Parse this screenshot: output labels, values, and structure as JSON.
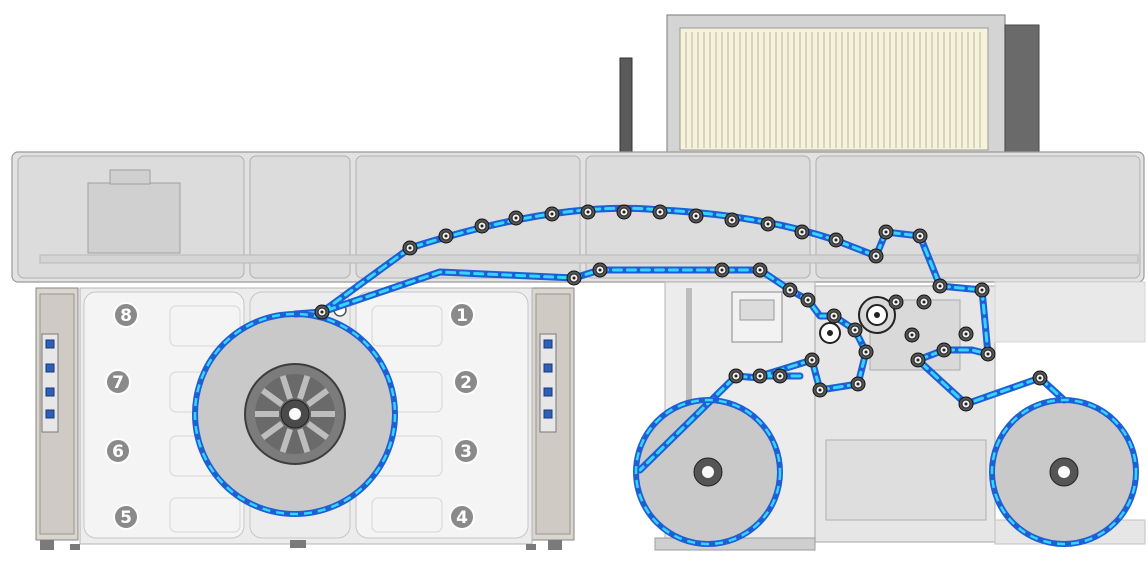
{
  "diagram": {
    "station_numbers_left_column": [
      "8",
      "7",
      "6",
      "5"
    ],
    "station_numbers_right_column": [
      "1",
      "2",
      "3",
      "4"
    ],
    "colors": {
      "web_outer": "#1f5fd6",
      "web_inner": "#33d6ff",
      "frame_fill": "#e2e2e2",
      "frame_stroke": "#9a9a9a",
      "dryer_fill": "#f6f3dc",
      "station_panel": "#f4f4f4",
      "roller_fill": "#555555",
      "drum_fill": "#c9c9c9",
      "badge_fill": "#8a8a8a"
    },
    "icons": [
      "roller-icon",
      "unwind-reel-icon",
      "rewind-reel-icon",
      "central-drum-icon",
      "control-panel-icon"
    ]
  }
}
